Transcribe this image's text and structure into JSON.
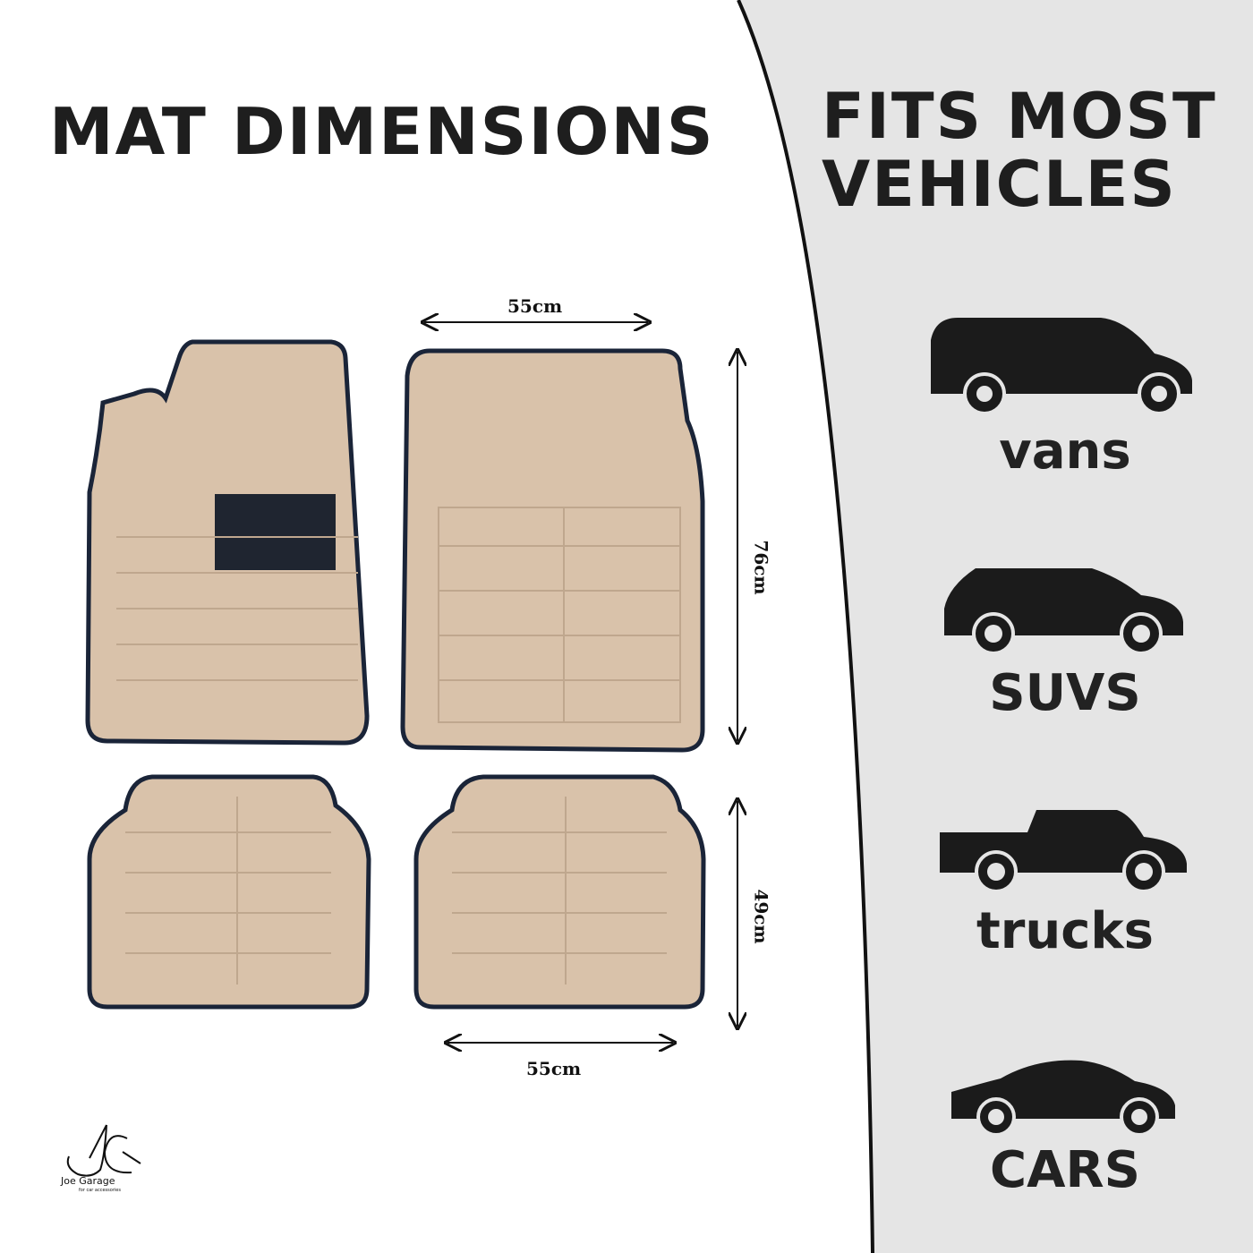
{
  "left": {
    "title": "MAT DIMENSIONS",
    "dimensions": {
      "front_width": "55cm",
      "front_height": "76cm",
      "rear_height": "49cm",
      "rear_width": "55cm"
    },
    "mat_color": "#d9c2aa",
    "trim_color": "#1a2438"
  },
  "right": {
    "title_line1": "FITS MOST",
    "title_line2": "VEHICLES",
    "background": "#e5e5e5",
    "vehicles": [
      {
        "label": "vans",
        "icon": "van-icon"
      },
      {
        "label": "SUVS",
        "icon": "suv-icon"
      },
      {
        "label": "trucks",
        "icon": "pickup-truck-icon"
      },
      {
        "label": "CARS",
        "icon": "sedan-icon"
      }
    ]
  },
  "brand": {
    "name": "Joe Garage",
    "tagline": "for car accessories"
  }
}
